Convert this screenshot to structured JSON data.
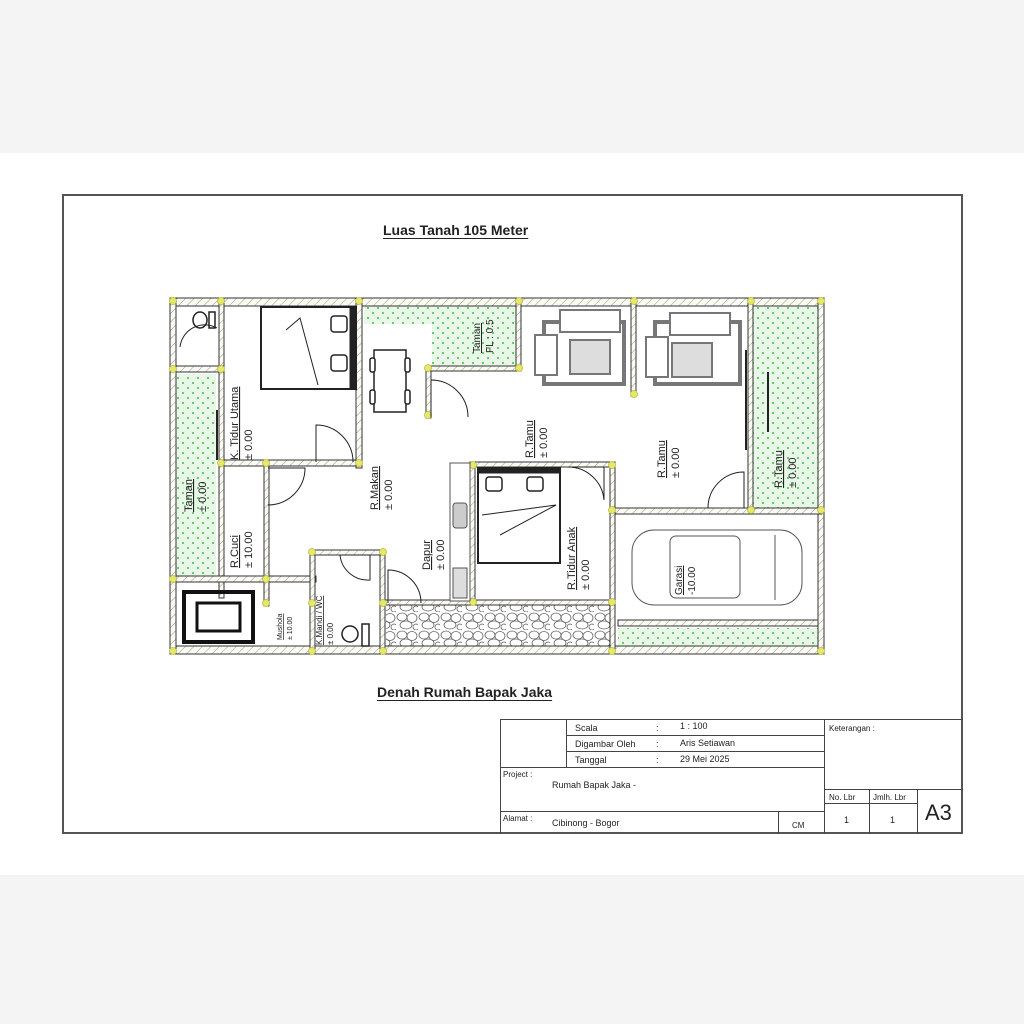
{
  "sheet": {
    "title_top": "Luas Tanah 105 Meter",
    "title_bottom": "Denah Rumah Bapak Jaka"
  },
  "rooms": [
    {
      "name": "K. Tidur Utama",
      "level": "± 0.00"
    },
    {
      "name": "Taman",
      "level": "± 0.00"
    },
    {
      "name": "R.Cuci",
      "level": "± 10.00"
    },
    {
      "name": "Mushola",
      "level": "± 10.00"
    },
    {
      "name": "K.Mandi / WC",
      "level": "± 0.00"
    },
    {
      "name": "R.Makan",
      "level": "± 0.00"
    },
    {
      "name": "Dapur",
      "level": "± 0.00"
    },
    {
      "name": "Taman",
      "level": "FL : 0.5"
    },
    {
      "name": "R.Tamu",
      "level": "± 0.00"
    },
    {
      "name": "R.Tidur Anak",
      "level": "± 0.00"
    },
    {
      "name": "R.Tamu",
      "level": "± 0.00"
    },
    {
      "name": "R.Tamu",
      "level": "± 0.00"
    },
    {
      "name": "Garasi",
      "level": "-10.00"
    }
  ],
  "colors": {
    "wall_node": "#e6e86a",
    "garden": "#e8f7e8",
    "garden_dot": "#5cc85c",
    "wall": "#333333",
    "furniture": "#777777"
  },
  "title_block": {
    "scale_label": "Scala",
    "scale_value": "1 : 100",
    "drawn_by_label": "Digambar Oleh",
    "drawn_by_value": "Aris Setiawan",
    "date_label": "Tanggal",
    "date_value": "29 Mei 2025",
    "sep": ":",
    "project_label": "Project :",
    "project_value": "Rumah Bapak Jaka -",
    "address_label": "Alamat :",
    "address_value": "Cibinong - Bogor",
    "unit_label": "CM",
    "notes_label": "Keterangan :",
    "sheet_no_label": "No. Lbr",
    "sheet_total_label": "Jmlh. Lbr",
    "sheet_no_value": "1",
    "sheet_total_value": "1",
    "paper_size": "A3"
  }
}
